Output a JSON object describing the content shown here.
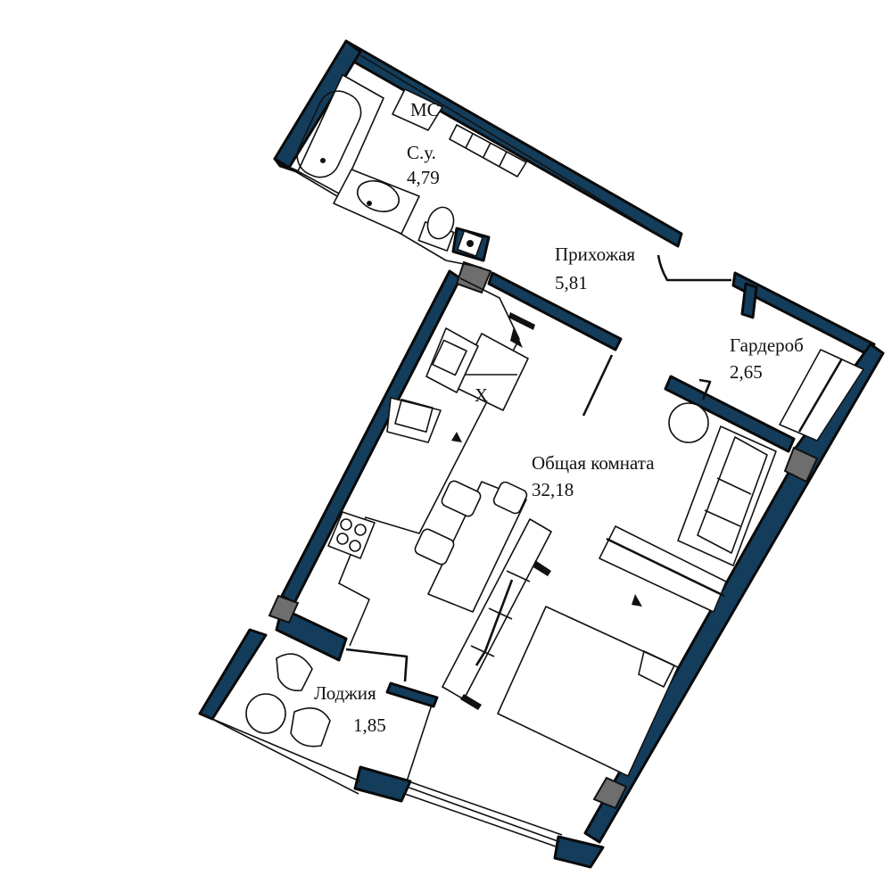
{
  "colors": {
    "wall": "#143d5c",
    "line": "#111111",
    "column": "#6e6e6e"
  },
  "rooms": {
    "bathroom": {
      "name": "С.у.",
      "area": "4,79"
    },
    "hallway": {
      "name": "Прихожая",
      "area": "5,81"
    },
    "wardrobe": {
      "name": "Гардероб",
      "area": "2,65"
    },
    "living": {
      "name": "Общая комната",
      "area": "32,18"
    },
    "loggia": {
      "name": "Лоджия",
      "area": "1,85"
    }
  },
  "fixture_marks": {
    "washing_machine": "МС",
    "fridge": "Х"
  }
}
